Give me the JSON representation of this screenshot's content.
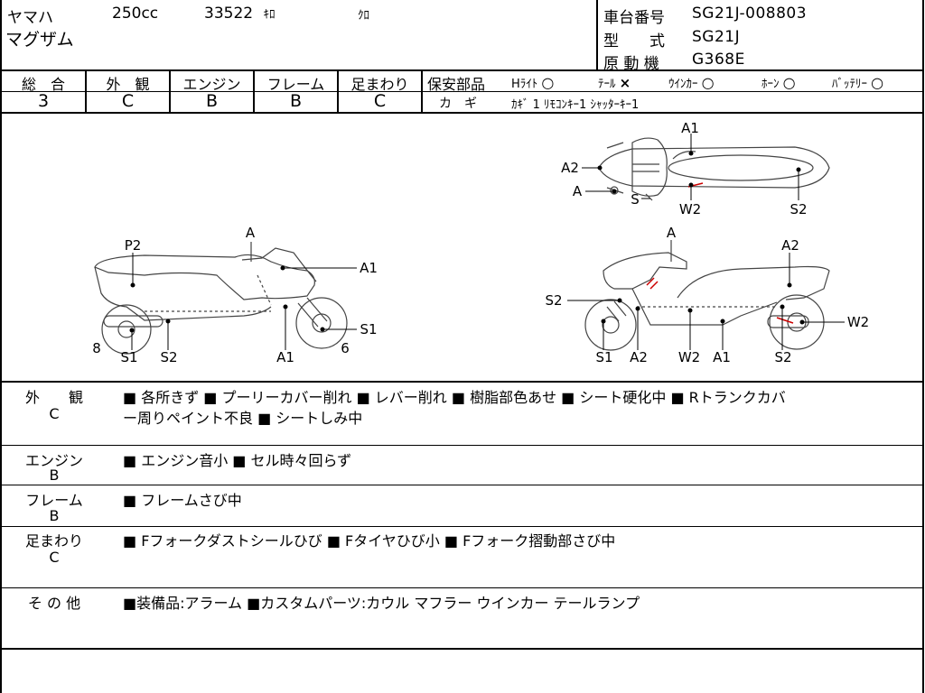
{
  "vehicle": {
    "maker": "ヤマハ",
    "displacement": "250cc",
    "mileage": "33522",
    "mileage_unit": "ｷﾛ",
    "color": "ｸﾛ",
    "model_name": "マグザム"
  },
  "registration": {
    "frame_no_label": "車台番号",
    "frame_no": "SG21J-008803",
    "type_label": "型　　式",
    "type": "SG21J",
    "engine_label": "原 動 機",
    "engine": "G368E"
  },
  "grades": {
    "headers": [
      "総　合",
      "外　観",
      "エンジン",
      "フレーム",
      "足まわり"
    ],
    "values": [
      "3",
      "C",
      "B",
      "B",
      "C"
    ]
  },
  "safety": {
    "label": "保安部品",
    "items": [
      {
        "name": "Hﾗｲﾄ",
        "status": "○"
      },
      {
        "name": "ﾃｰﾙ",
        "status": "×"
      },
      {
        "name": "ｳｲﾝｶｰ",
        "status": "○"
      },
      {
        "name": "ﾎｰﾝ",
        "status": "○"
      },
      {
        "name": "ﾊﾞｯﾃﾘｰ",
        "status": "○"
      }
    ]
  },
  "keys": {
    "label": "カ　ギ",
    "value": "ｶｷﾞ 1  ﾘﾓｺﾝｷｰ1  ｼｬｯﾀｰｷｰ1"
  },
  "diagram": {
    "top_labels": [
      "A1",
      "A2",
      "A",
      "S",
      "W2",
      "S2"
    ],
    "left_labels": [
      "A",
      "P2",
      "A1",
      "S1",
      "8",
      "6",
      "S1",
      "S2",
      "A1"
    ],
    "right_labels": [
      "A",
      "A2",
      "S2",
      "W2",
      "S1",
      "A2",
      "W2",
      "A1",
      "S2"
    ]
  },
  "remarks": [
    {
      "label": "外　　観",
      "grade": "C",
      "lines": [
        "■ 各所きず ■ プーリーカバー削れ ■ レバー削れ ■ 樹脂部色あせ ■ シート硬化中 ■ Rトランクカバ",
        "ー周りペイント不良 ■ シートしみ中"
      ]
    },
    {
      "label": "エンジン",
      "grade": "B",
      "lines": [
        "■ エンジン音小 ■ セル時々回らず"
      ]
    },
    {
      "label": "フレーム",
      "grade": "B",
      "lines": [
        "■ フレームさび中"
      ]
    },
    {
      "label": "足まわり",
      "grade": "C",
      "lines": [
        "■ Fフォークダストシールひび ■ Fタイヤひび小 ■ Fフォーク摺動部さび中"
      ]
    },
    {
      "label": "そ の 他",
      "grade": "",
      "lines": [
        "■装備品:アラーム ■カスタムパーツ:カウル マフラー ウインカー テールランプ"
      ]
    }
  ]
}
